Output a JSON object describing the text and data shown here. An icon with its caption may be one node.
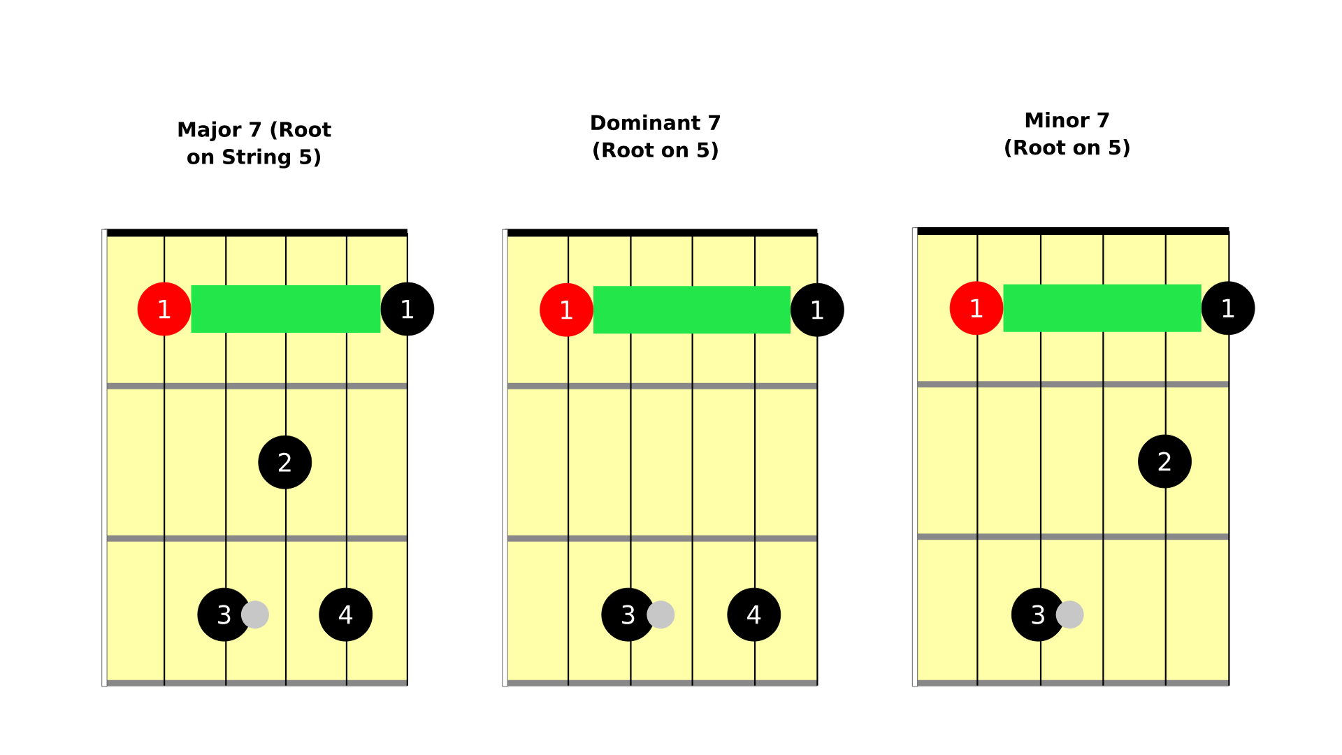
{
  "diagram": {
    "nodes": [
      {
        "text": [
          "1"
        ]
      },
      {
        "text": [
          "1"
        ]
      },
      {
        "text": [
          "2"
        ]
      },
      {
        "text": [
          "3"
        ]
      },
      {
        "text": [],
        "shape": "circle"
      },
      {
        "text": [
          "4"
        ]
      },
      {
        "text": [
          "1"
        ]
      },
      {
        "text": [
          "1"
        ]
      },
      {
        "text": [
          "3"
        ]
      },
      {
        "text": [],
        "shape": "circle"
      },
      {
        "text": [
          "4"
        ]
      },
      {
        "text": [
          "1"
        ]
      },
      {
        "text": [
          "1"
        ]
      },
      {
        "text": [
          "2"
        ]
      },
      {
        "text": [
          "3"
        ]
      },
      {
        "text": [],
        "shape": "circle"
      }
    ],
    "edges": [
      {
        "from": 0,
        "to": 1,
        "arrow": "none"
      },
      {
        "from": 6,
        "to": 7,
        "arrow": "none"
      },
      {
        "from": 11,
        "to": 12,
        "arrow": "none"
      }
    ],
    "labels": [
      "Major 7 (Root on String 5)",
      "Dominant 7 (Root on 5)",
      "Minor 7 (Root on 5)"
    ]
  }
}
